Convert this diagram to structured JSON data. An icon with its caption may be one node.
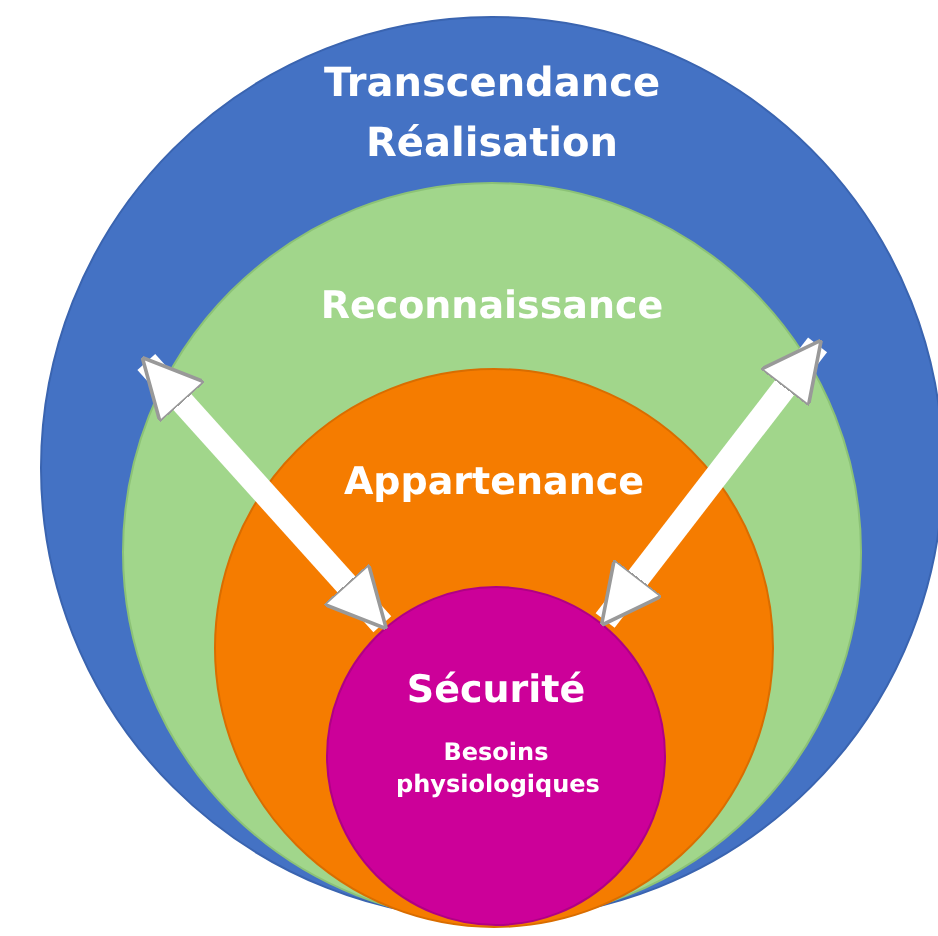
{
  "diagram": {
    "nodes": [
      {
        "text": [
          "Transcendance",
          "Réalisation"
        ]
      },
      {
        "text": [
          "Reconnaissance"
        ],
        "in": 0
      },
      {
        "text": [
          "Appartenance"
        ],
        "in": 1
      },
      {
        "text": [
          "Sécurité",
          "Besoins physiologiques"
        ],
        "in": 2
      }
    ],
    "edges": [
      {
        "from": 3,
        "to": 0,
        "arrow": "both"
      },
      {
        "from": 3,
        "to": 0,
        "arrow": "both"
      }
    ]
  }
}
